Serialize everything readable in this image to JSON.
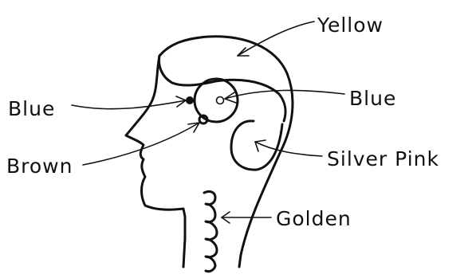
{
  "labels": {
    "yellow": "Yellow",
    "blue_left": "Blue",
    "blue_right": "Blue",
    "brown": "Brown",
    "silver_pink": "Silver Pink",
    "golden": "Golden"
  },
  "ink_color": "#111111",
  "background_color": "#ffffff"
}
